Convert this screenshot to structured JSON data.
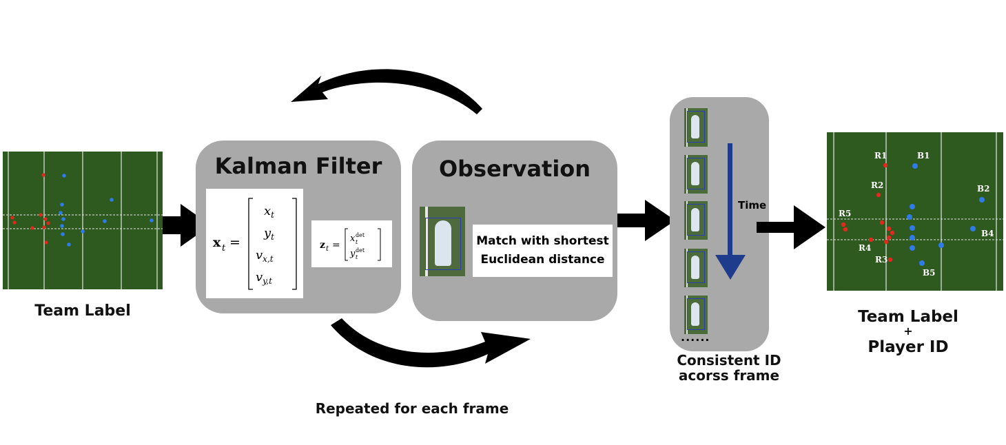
{
  "left_field": {
    "caption": "Team Label"
  },
  "kalman": {
    "title": "Kalman Filter",
    "state_lhs": "x",
    "state_sub": "t",
    "state_vector": [
      "x_t",
      "y_t",
      "v_x,t",
      "v_y,t"
    ],
    "measurement_lhs": "z",
    "measurement_vector": [
      "x_t^det",
      "y_t^det"
    ]
  },
  "observation": {
    "title": "Observation",
    "text_line1": "Match with shortest",
    "text_line2": "Euclidean distance"
  },
  "loop_caption": "Repeated for each frame",
  "frames": {
    "time_label": "Time",
    "ellipsis": "......",
    "caption_line1": "Consistent ID",
    "caption_line2": "acorss frame"
  },
  "right_field": {
    "caption_line1": "Team Label",
    "caption_plus": "+",
    "caption_line2": "Player ID",
    "labels": [
      "R1",
      "B1",
      "R2",
      "B2",
      "R5",
      "B4",
      "R4",
      "R3",
      "B5"
    ]
  },
  "colors": {
    "field": "#2f5a1f",
    "panel": "#a9a9a9",
    "red_team": "#e0291f",
    "blue_team": "#2f7be8",
    "time_arrow": "#1f3c8c"
  }
}
